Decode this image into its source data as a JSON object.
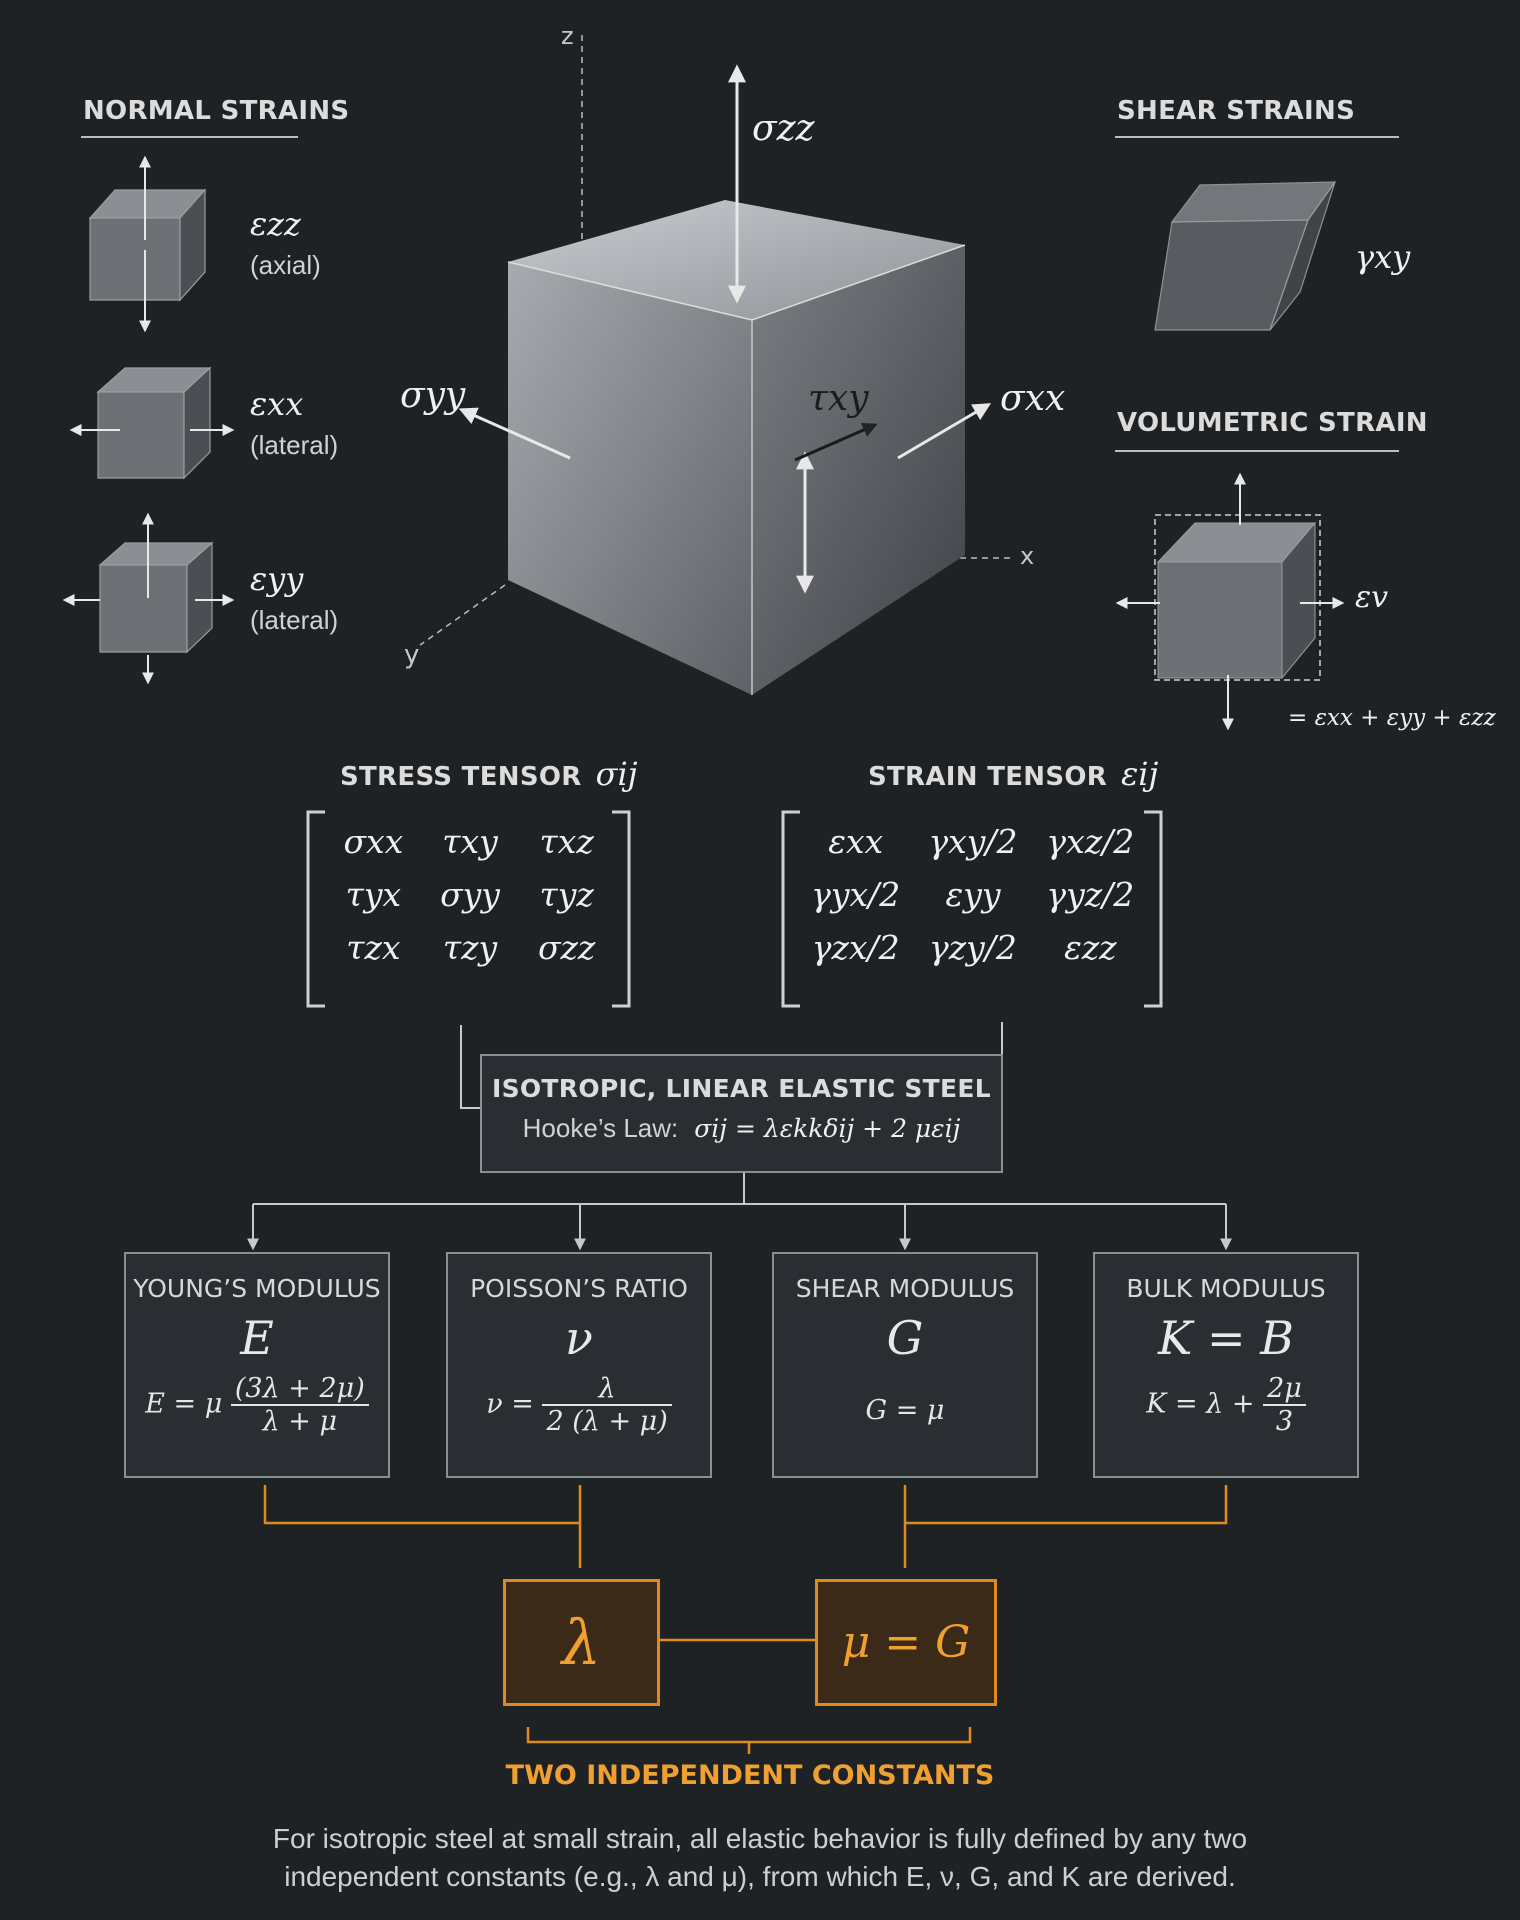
{
  "headings": {
    "normal_strains": "NORMAL STRAINS",
    "shear_strains": "SHEAR STRAINS",
    "volumetric_strain": "VOLUMETRIC STRAIN"
  },
  "normal_strains": [
    {
      "symbol": "εzz",
      "note": "(axial)"
    },
    {
      "symbol": "εxx",
      "note": "(lateral)"
    },
    {
      "symbol": "εyy",
      "note": "(lateral)"
    }
  ],
  "shear_label": "γxy",
  "volumetric": {
    "label": "εv",
    "sum": "= εxx + εyy + εzz"
  },
  "axes": {
    "z": "z",
    "x": "x",
    "y": "y"
  },
  "cube_labels": {
    "szz": "σzz",
    "syy": "σyy",
    "sxx": "σxx",
    "txy": "τxy"
  },
  "stress_tensor": {
    "title": "STRESS TENSOR",
    "symbol": "σij",
    "cells": [
      "σxx",
      "τxy",
      "τxz",
      "τyx",
      "σyy",
      "τyz",
      "τzx",
      "τzy",
      "σzz"
    ]
  },
  "strain_tensor": {
    "title": "STRAIN TENSOR",
    "symbol": "εij",
    "cells": [
      "εxx",
      "γxy/2",
      "γxz/2",
      "γyx/2",
      "εyy",
      "γyz/2",
      "γzx/2",
      "γzy/2",
      "εzz"
    ]
  },
  "law": {
    "title": "ISOTROPIC, LINEAR ELASTIC STEEL",
    "label": "Hooke’s Law:",
    "formula": "σij = λεkkδij + 2 μεij"
  },
  "moduli": [
    {
      "title": "YOUNG’S MODULUS",
      "symbol": "E",
      "lhs": "E = μ",
      "num": "(3λ + 2μ)",
      "den": "λ + μ"
    },
    {
      "title": "POISSON’S RATIO",
      "symbol": "ν",
      "lhs": "ν =",
      "num": "λ",
      "den": "2 (λ + μ)"
    },
    {
      "title": "SHEAR MODULUS",
      "symbol": "G",
      "formula": "G = μ"
    },
    {
      "title": "BULK MODULUS",
      "symbol": "K = B",
      "lhs": "K = λ +",
      "num": "2μ",
      "den": "3"
    }
  ],
  "constants": {
    "lambda": "λ",
    "mu": "μ = G",
    "caption": "TWO INDEPENDENT CONSTANTS"
  },
  "footer": [
    "For isotropic steel at small strain, all elastic behavior is fully defined by any two",
    "independent constants (e.g., λ and μ), from which E, ν, G, and K are derived."
  ],
  "colors": {
    "background": "#1f2225",
    "accent": "#e08a1e",
    "steel": "#8c9095"
  }
}
